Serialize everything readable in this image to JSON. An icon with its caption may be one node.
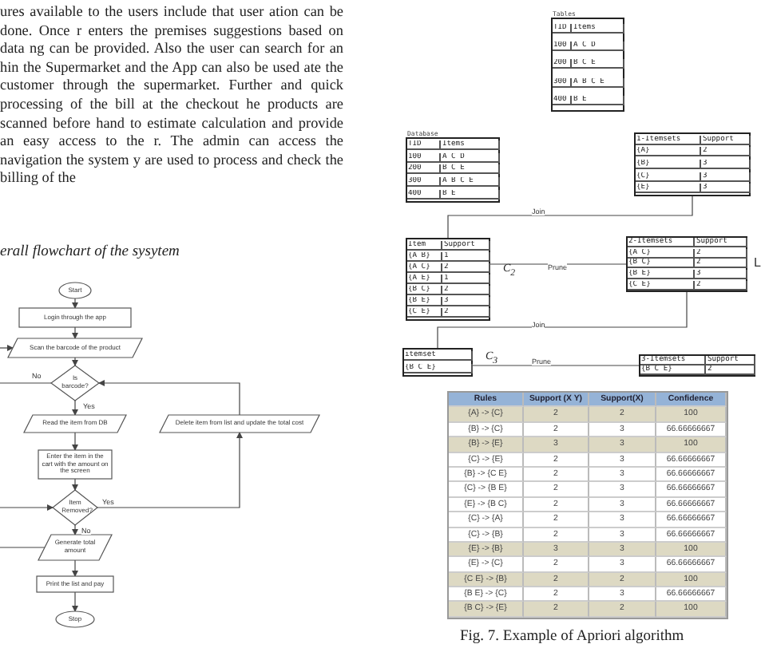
{
  "diagram": {
    "caption": "Fig. 7. Example of Apriori algorithm",
    "nodes": [
      {
        "text": [
          "Start"
        ]
      },
      {
        "text": [
          "Login through the app"
        ]
      },
      {
        "text": [
          "Scan the barcode of the product"
        ]
      },
      {
        "text": [
          "Is barcode?"
        ]
      },
      {
        "text": [
          "Read the item from DB"
        ]
      },
      {
        "text": [
          "Delete item from list and update the total cost"
        ]
      },
      {
        "text": [
          "Enter the item in the cart with the amount on the screen"
        ]
      },
      {
        "text": [
          "Item Removed?"
        ]
      },
      {
        "text": [
          "Generate total amount"
        ]
      },
      {
        "text": [
          "Print the list and pay"
        ]
      },
      {
        "text": [
          "Stop"
        ]
      },
      {
        "text": [
          "Tables",
          "TID",
          "Items",
          "100",
          "A C D",
          "200",
          "B C E",
          "300",
          "A B C E",
          "400",
          "B E"
        ]
      },
      {
        "text": [
          "Database",
          "TID",
          "Items",
          "100",
          "A C D",
          "200",
          "B C E",
          "300",
          "A B C E",
          "400",
          "B E"
        ]
      },
      {
        "text": [
          "1-Itemsets",
          "Support",
          "{A}",
          "2",
          "{B}",
          "3",
          "{C}",
          "3",
          "{E}",
          "3"
        ]
      },
      {
        "text": [
          "Item",
          "Support",
          "{A B}",
          "1",
          "{A C}",
          "2",
          "{A E}",
          "1",
          "{B C}",
          "2",
          "{B E}",
          "3",
          "{C E}",
          "2"
        ],
        "beside": [
          "C$_{2}$"
        ]
      },
      {
        "text": [
          "2-Itemsets",
          "Support",
          "{A C}",
          "2",
          "{B C}",
          "2",
          "{B E}",
          "3",
          "{C E}",
          "2"
        ]
      },
      {
        "text": [
          "itemset",
          "{B C E}"
        ],
        "beside": [
          "C$_{3}$"
        ]
      },
      {
        "text": [
          "3-Itemsets",
          "Support",
          "{B C E}",
          "2"
        ]
      }
    ],
    "edges": [
      {
        "from": 0,
        "to": 1,
        "arrow": "to"
      },
      {
        "from": 1,
        "to": 2,
        "arrow": "to"
      },
      {
        "from": 2,
        "to": 3,
        "arrow": "to"
      },
      {
        "from": 3,
        "to": 4,
        "arrow": "to",
        "label": "Yes"
      },
      {
        "from": 3,
        "to": null,
        "arrow": "none",
        "label": "No"
      },
      {
        "from": null,
        "to": 2,
        "arrow": "to"
      },
      {
        "from": 4,
        "to": 6,
        "arrow": "to"
      },
      {
        "from": 6,
        "to": 7,
        "arrow": "to"
      },
      {
        "from": 7,
        "to": 5,
        "arrow": "to",
        "label": "Yes"
      },
      {
        "from": 5,
        "to": 3,
        "arrow": "to"
      },
      {
        "from": null,
        "to": 7,
        "arrow": "to"
      },
      {
        "from": 7,
        "to": 8,
        "arrow": "to",
        "label": "No"
      },
      {
        "from": 8,
        "to": null,
        "arrow": "none"
      },
      {
        "from": 8,
        "to": 9,
        "arrow": "to"
      },
      {
        "from": 9,
        "to": 10,
        "arrow": "to"
      },
      {
        "from": 13,
        "to": 14,
        "arrow": "none",
        "label": "Join"
      },
      {
        "from": 14,
        "to": 15,
        "arrow": "none",
        "label": "Prune"
      },
      {
        "from": 15,
        "to": 16,
        "arrow": "none",
        "label": "Join"
      },
      {
        "from": 16,
        "to": 17,
        "arrow": "none",
        "label": "Prune"
      }
    ],
    "labels": [
      "ures available to the users include that user ation can be done. Once r enters the premises suggestions based on data ng can be provided. Also the user can search for an hin the Supermarket and the App can also be used ate the customer through the supermarket. Further and quick processing of the bill at the checkout he products are scanned before hand to estimate calculation and provide an easy access to the r. The admin can access the navigation the system y are used to process and check the billing of the",
      "erall flowchart of the sysytem",
      "L",
      "Rules",
      "Support (X Y)",
      "Support(X)",
      "Confidence",
      "{A} -> {C}",
      "2",
      "2",
      "100",
      "{B} -> {C}",
      "2",
      "3",
      "66.66666667",
      "{B} -> {E}",
      "3",
      "3",
      "100",
      "{C} -> {E}",
      "2",
      "3",
      "66.66666667",
      "{B} -> {C E}",
      "2",
      "3",
      "66.66666667",
      "{C} -> {B E}",
      "2",
      "3",
      "66.66666667",
      "{E} -> {B C}",
      "2",
      "3",
      "66.66666667",
      "{C} -> {A}",
      "2",
      "3",
      "66.66666667",
      "{C} -> {B}",
      "2",
      "3",
      "66.66666667",
      "{E} -> {B}",
      "3",
      "3",
      "100",
      "{E} -> {C}",
      "2",
      "3",
      "66.66666667",
      "{C E} -> {B}",
      "2",
      "2",
      "100",
      "{B E} -> {C}",
      "2",
      "3",
      "66.66666667",
      "{B C} -> {E}",
      "2",
      "2",
      "100"
    ]
  }
}
